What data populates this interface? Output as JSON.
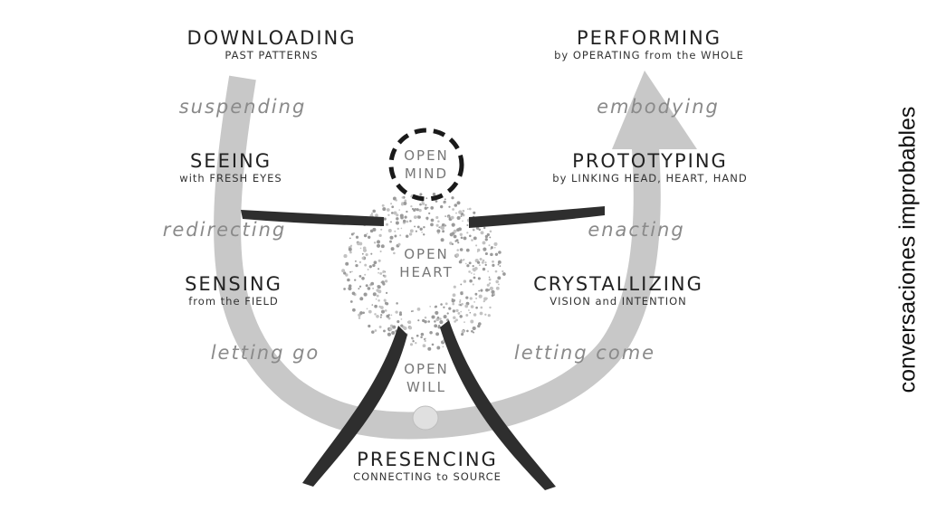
{
  "stages": {
    "downloading": {
      "title": "DOWNLOADING",
      "sub": "PAST PATTERNS"
    },
    "seeing": {
      "title": "SEEING",
      "sub": "with FRESH EYES"
    },
    "sensing": {
      "title": "SENSING",
      "sub": "from the FIELD"
    },
    "presencing": {
      "title": "PRESENCING",
      "sub": "CONNECTING to SOURCE"
    },
    "crystallizing": {
      "title": "CRYSTALLIZING",
      "sub": "VISION and INTENTION"
    },
    "prototyping": {
      "title": "PROTOTYPING",
      "sub": "by LINKING HEAD, HEART, HAND"
    },
    "performing": {
      "title": "PERFORMING",
      "sub": "by OPERATING from the WHOLE"
    }
  },
  "transitions": {
    "suspending": "suspending",
    "redirecting": "redirecting",
    "letting_go": "letting go",
    "letting_come": "letting come",
    "enacting": "enacting",
    "embodying": "embodying"
  },
  "center": {
    "mind_1": "OPEN",
    "mind_2": "MIND",
    "heart_1": "OPEN",
    "heart_2": "HEART",
    "will_1": "OPEN",
    "will_2": "WILL"
  },
  "side_text": "conversaciones improbables",
  "colors": {
    "arrow": "#c8c8c8",
    "figure": "#2e2e2e",
    "gerund": "#8a8a8a",
    "text": "#222222"
  }
}
